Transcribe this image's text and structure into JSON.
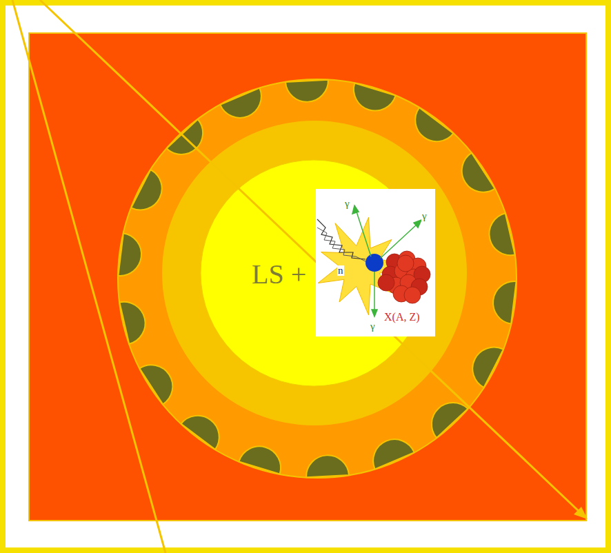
{
  "diagram": {
    "nodes": [
      {
        "text": [
          "LS +"
        ]
      }
    ],
    "labels": [
      "γ",
      "γ",
      "n",
      "X(A, Z)",
      "γ"
    ]
  }
}
